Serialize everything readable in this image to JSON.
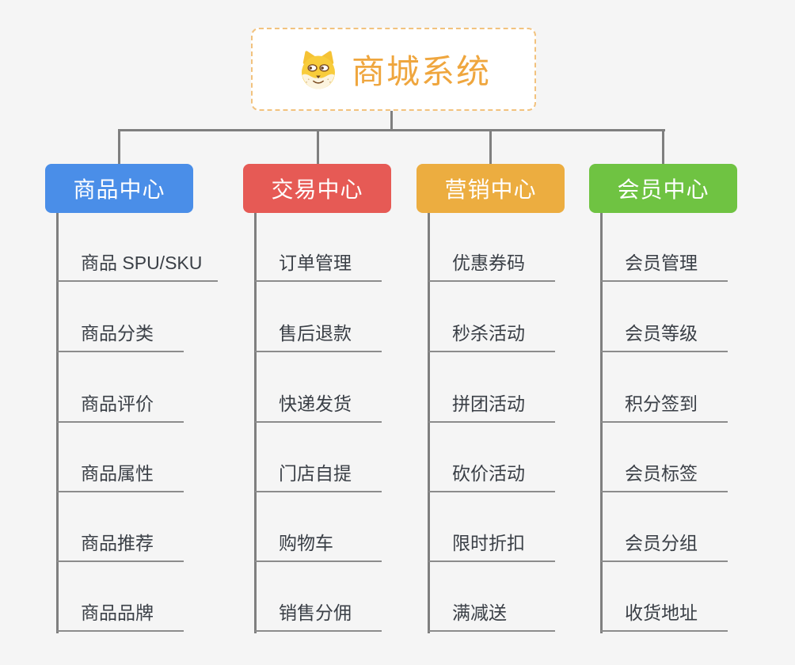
{
  "canvas": {
    "background_color": "#F5F5F5",
    "connector_color": "#7F7F7F",
    "leaf_text_color": "#3A3F46",
    "leaf_line_color": "#8C8C8C"
  },
  "root": {
    "title": "商城系统",
    "icon": "dog-face-icon",
    "text_color": "#EFA63E",
    "border_color": "#F2C27E",
    "background_color": "#FFFFFF"
  },
  "branches": [
    {
      "label": "商品中心",
      "color": "#4A8EE8",
      "items": [
        "商品 SPU/SKU",
        "商品分类",
        "商品评价",
        "商品属性",
        "商品推荐",
        "商品品牌"
      ]
    },
    {
      "label": "交易中心",
      "color": "#E65A55",
      "items": [
        "订单管理",
        "售后退款",
        "快递发货",
        "门店自提",
        "购物车",
        "销售分佣"
      ]
    },
    {
      "label": "营销中心",
      "color": "#ECAD40",
      "items": [
        "优惠券码",
        "秒杀活动",
        "拼团活动",
        "砍价活动",
        "限时折扣",
        "满减送"
      ]
    },
    {
      "label": "会员中心",
      "color": "#6FC342",
      "items": [
        "会员管理",
        "会员等级",
        "积分签到",
        "会员标签",
        "会员分组",
        "收货地址"
      ]
    }
  ]
}
